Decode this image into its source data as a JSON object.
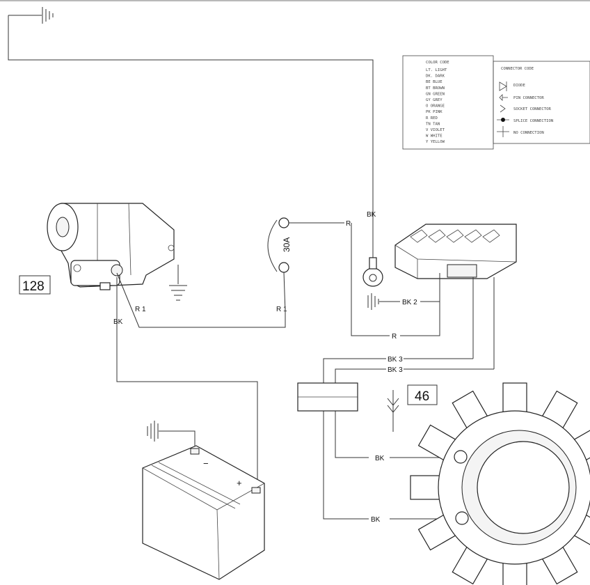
{
  "callouts": {
    "starter": "128",
    "stator": "46"
  },
  "fuse": {
    "rating": "30A"
  },
  "wires": {
    "bk_top": "BK",
    "r_fuse": "R",
    "bk2": "BK 2",
    "r_reg": "R",
    "bk3_a": "BK 3",
    "bk3_b": "BK 3",
    "r1_starter": "R 1",
    "r1_fuse": "R 1",
    "bk_starter": "BK",
    "bk_stator_1": "BK",
    "bk_stator_2": "BK"
  },
  "legend": {
    "color_code": {
      "title": "COLOR CODE",
      "rows": [
        "LT. LIGHT",
        "DK. DARK",
        "BE BLUE",
        "BT BROWN",
        "GN GREEN",
        "GY GREY",
        "O ORANGE",
        "PK PINK",
        "R RED",
        "TN TAN",
        "V VIOLET",
        "W WHITE",
        "Y YELLOW"
      ]
    },
    "connector_code": {
      "title": "CONNECTOR CODE",
      "rows": [
        "DIODE",
        "PIN CONNECTOR",
        "SOCKET CONNECTOR",
        "SPLICE CONNECTION",
        "NO CONNECTION"
      ]
    }
  }
}
